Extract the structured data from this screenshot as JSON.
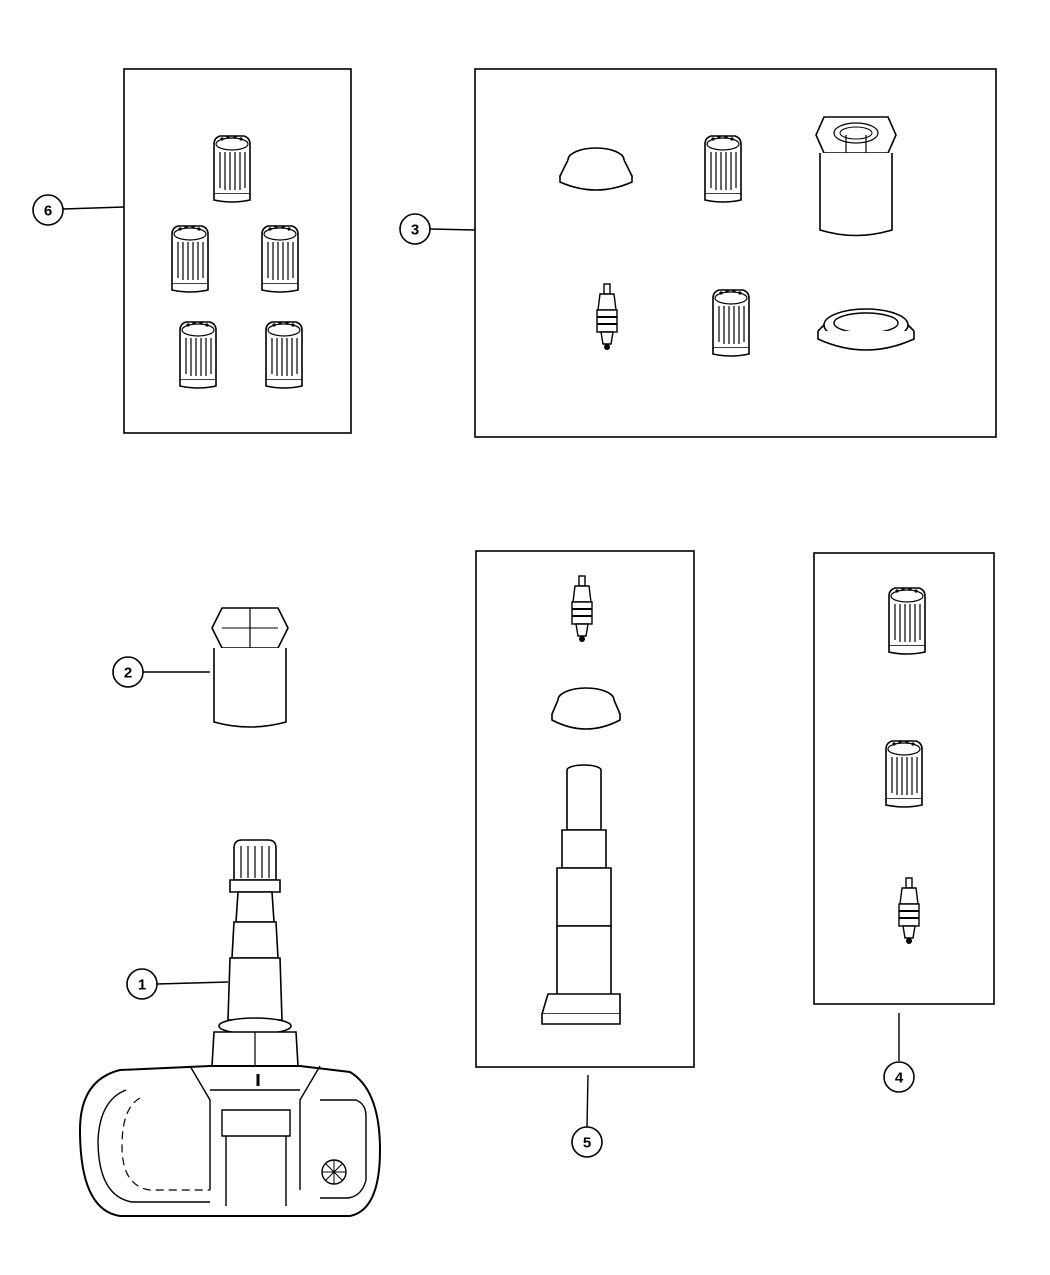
{
  "diagram": {
    "callouts": [
      {
        "id": "callout-1",
        "label": "1"
      },
      {
        "id": "callout-2",
        "label": "2"
      },
      {
        "id": "callout-3",
        "label": "3"
      },
      {
        "id": "callout-4",
        "label": "4"
      },
      {
        "id": "callout-5",
        "label": "5"
      },
      {
        "id": "callout-6",
        "label": "6"
      }
    ],
    "colors": {
      "stroke": "#000000",
      "fill": "#ffffff"
    }
  }
}
